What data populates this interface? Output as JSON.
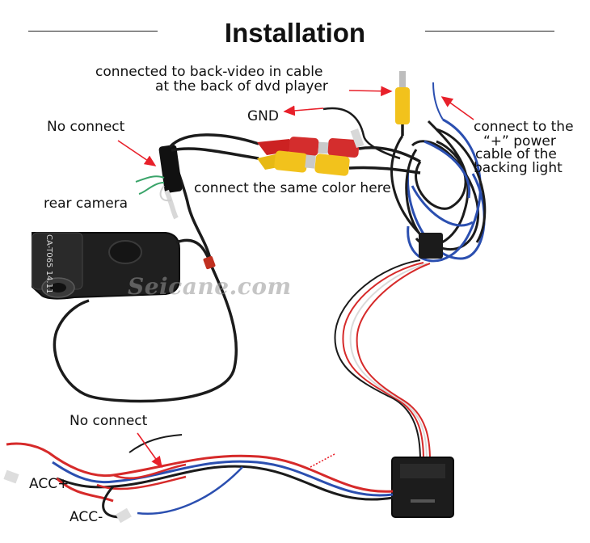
{
  "title": "Installation",
  "watermark": "Seicane.com",
  "camera_model": "CA-T065",
  "camera_date": "14.11",
  "labels": {
    "back_video": "connected to back-video in cable",
    "back_video_line2": "at the back of dvd player",
    "gnd": "GND",
    "no_connect_top": "No connect",
    "rear_camera": "rear camera",
    "same_color": "connect the same color here",
    "power_line1": "connect to the",
    "power_line2": "“+”  power",
    "power_line3": "cable of the",
    "power_line4": "backing light",
    "no_connect_bottom": "No connect",
    "acc_plus": "ACC+",
    "acc_minus": "ACC-"
  },
  "colors": {
    "arrow": "#e8202a",
    "cable_black": "#1b1b1b",
    "cable_blue": "#2b4fb0",
    "rca_red": "#d62a2a",
    "rca_yellow": "#f2c21c"
  }
}
